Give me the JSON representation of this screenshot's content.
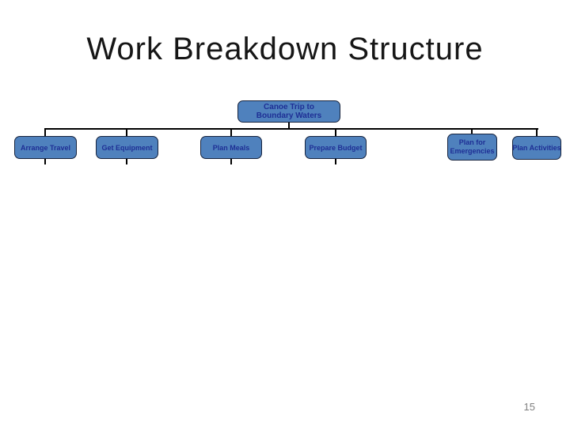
{
  "slide": {
    "title": "Work Breakdown Structure",
    "page_number": "15"
  },
  "diagram": {
    "root": {
      "label": "Canoe Trip to\nBoundary Waters"
    },
    "children": [
      {
        "label": "Arrange Travel"
      },
      {
        "label": "Get Equipment"
      },
      {
        "label": "Plan Meals"
      },
      {
        "label": "Prepare Budget"
      },
      {
        "label": "Plan for\nEmergencies"
      },
      {
        "label": "Plan Activities"
      }
    ],
    "colors": {
      "node_fill": "#4f81bd",
      "node_border": "#16233d",
      "node_text": "#1e2f95",
      "connector": "#000000"
    }
  }
}
